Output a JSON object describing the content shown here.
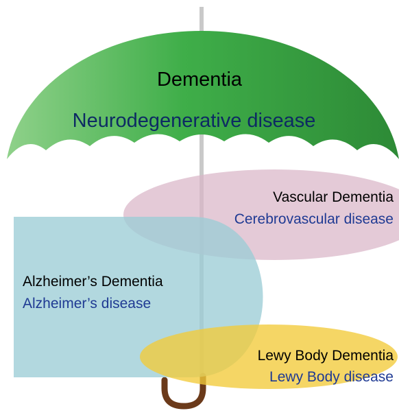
{
  "umbrella": {
    "title": "Dementia",
    "subtitle": "Neurodegenerative disease",
    "canopy_color": "#3aa043",
    "handle_color": "#6b3a1a",
    "pole_color": "#c9c9c9"
  },
  "regions": [
    {
      "id": "vascular",
      "dementia": "Vascular Dementia",
      "disease": "Cerebrovascular disease",
      "fill": "#d9b6c8"
    },
    {
      "id": "alzheimers",
      "dementia": "Alzheimer’s Dementia",
      "disease": "Alzheimer’s disease",
      "fill": "#9ccdd6"
    },
    {
      "id": "lewy",
      "dementia": "Lewy Body Dementia",
      "disease": "Lewy Body disease",
      "fill": "#f2cb3a"
    }
  ],
  "colors": {
    "title_text": "#000000",
    "subtitle_text": "#0d2a63",
    "disease_text": "#1f3a93"
  }
}
